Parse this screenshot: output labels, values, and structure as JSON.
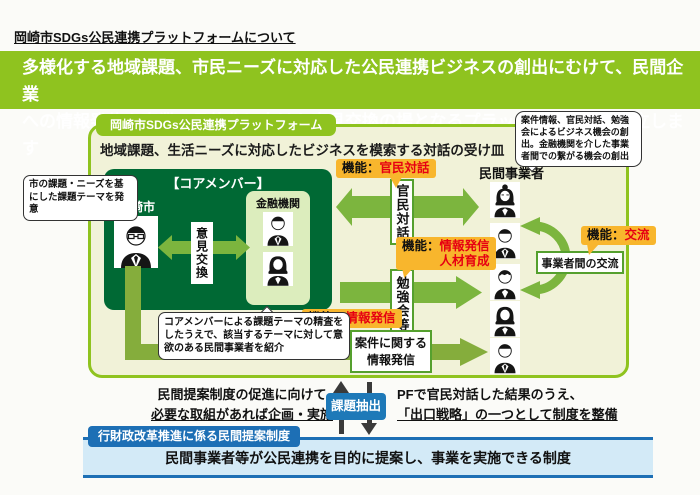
{
  "title": "岡崎市SDGs公民連携プラットフォームについて",
  "banner": {
    "lines": [
      "多様化する地域課題、市民ニーズに対応した公民連携ビジネスの創出にむけて、民間企業",
      "への情報発信や事業の具体化に向けた意見交換の場となるプラットフォームを設立します"
    ]
  },
  "platform": {
    "tab": "岡崎市SDGs公民連携プラットフォーム",
    "subtitle": "地域課題、生活ニーズに対応したビジネスを模索する対話の受け皿",
    "core": {
      "title": "【コアメンバー】",
      "city": "岡崎市",
      "exchange": "意見交換",
      "finance": "金融機関",
      "city_callout": "市の課題・ニーズを基にした課題テーマを発意",
      "review_callout": "コアメンバーによる課題テーマの精査をしたうえで、該当するテーマに対して意欲のある民間事業者を紹介"
    },
    "private_heading": "民間事業者",
    "benefit_callout": "案件情報、官民対話、勉強会によるビジネス機会の創出。金融機関を介した事業者間での繋がる機会の創出",
    "labels": {
      "prefix": "機能：",
      "dialogue": "官民対話",
      "info": "情報発信",
      "hr": "人材育成",
      "exchange": "交流"
    },
    "boxes": {
      "dialogue": "官民対話",
      "study": "勉強会等",
      "case_lines": [
        "案件に関する",
        "情報発信"
      ],
      "exchange": "事業者間の交流"
    }
  },
  "bottom": {
    "left_lines": [
      "民間提案制度の促進に向けて",
      "必要な取組があれば企画・実施"
    ],
    "extract": "課題抽出",
    "right_lines": [
      "PFで官民対話した結果のうえ、",
      "「出口戦略」の一つとして制度を整備"
    ]
  },
  "proposal": {
    "tab": "行財政改革推進に係る民間提案制度",
    "text": "民間事業者等が公民連携を目的に提案し、事業を実施できる制度"
  },
  "icons": {
    "city": "person-man-glasses-icon",
    "finance": [
      "person-man-suit-icon",
      "person-woman-icon"
    ],
    "private": [
      "person-elderly-woman-icon",
      "person-man-suit-icon",
      "person-young-man-icon",
      "person-woman-icon",
      "person-man-suit-icon"
    ]
  },
  "colors": {
    "brand_green": "#8fc31f",
    "dark_green": "#006934",
    "arrow_green": "#7cb53e",
    "panel_bg": "#f1f2d8",
    "finance_bg": "#dcedbd",
    "label_yellow": "#f8b62d",
    "label_red": "#e60012",
    "extract_blue": "#1e79b8",
    "proposal_blue": "#1d6fb5",
    "proposal_bg": "#d3eaf7"
  }
}
